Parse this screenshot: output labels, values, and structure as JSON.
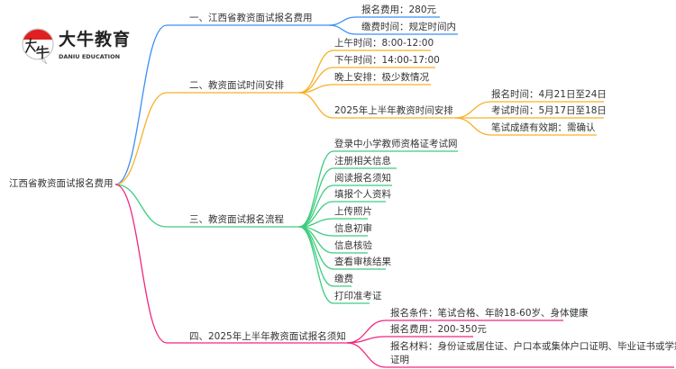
{
  "logo": {
    "title": "大牛教育",
    "subtitle": "DANIU EDUCATION",
    "mark": "大牛"
  },
  "colors": {
    "blue": "#3b8ff5",
    "orange": "#f6b126",
    "green": "#3dcc7e",
    "pink": "#f0267e"
  },
  "root": "江西省教资面试报名费用",
  "branches": [
    {
      "label": "一、江西省教资面试报名费用",
      "children": [
        "报名费用：280元",
        "缴费时间：规定时间内"
      ]
    },
    {
      "label": "二、教资面试时间安排",
      "children": [
        "上午时间：8:00-12:00",
        "下午时间：14:00-17:00",
        "晚上安排：极少数情况",
        "2025年上半年教资时间安排"
      ],
      "sub": [
        "报名时间：4月21日至24日",
        "考试时间：5月17日至18日",
        "笔试成绩有效期：需确认"
      ]
    },
    {
      "label": "三、教资面试报名流程",
      "children": [
        "登录中小学教师资格证考试网",
        "注册相关信息",
        "阅读报名须知",
        "填报个人资料",
        "上传照片",
        "信息初审",
        "信息核验",
        "查看审核结果",
        "缴费",
        "打印准考证"
      ]
    },
    {
      "label": "四、2025年上半年教资面试报名须知",
      "children": [
        "报名条件：笔试合格、年龄18-60岁、身体健康",
        "报名费用：200-350元",
        "报名材料：身份证或居住证、户口本或集体户口证明、毕业证书或学籍",
        "证明"
      ]
    }
  ]
}
